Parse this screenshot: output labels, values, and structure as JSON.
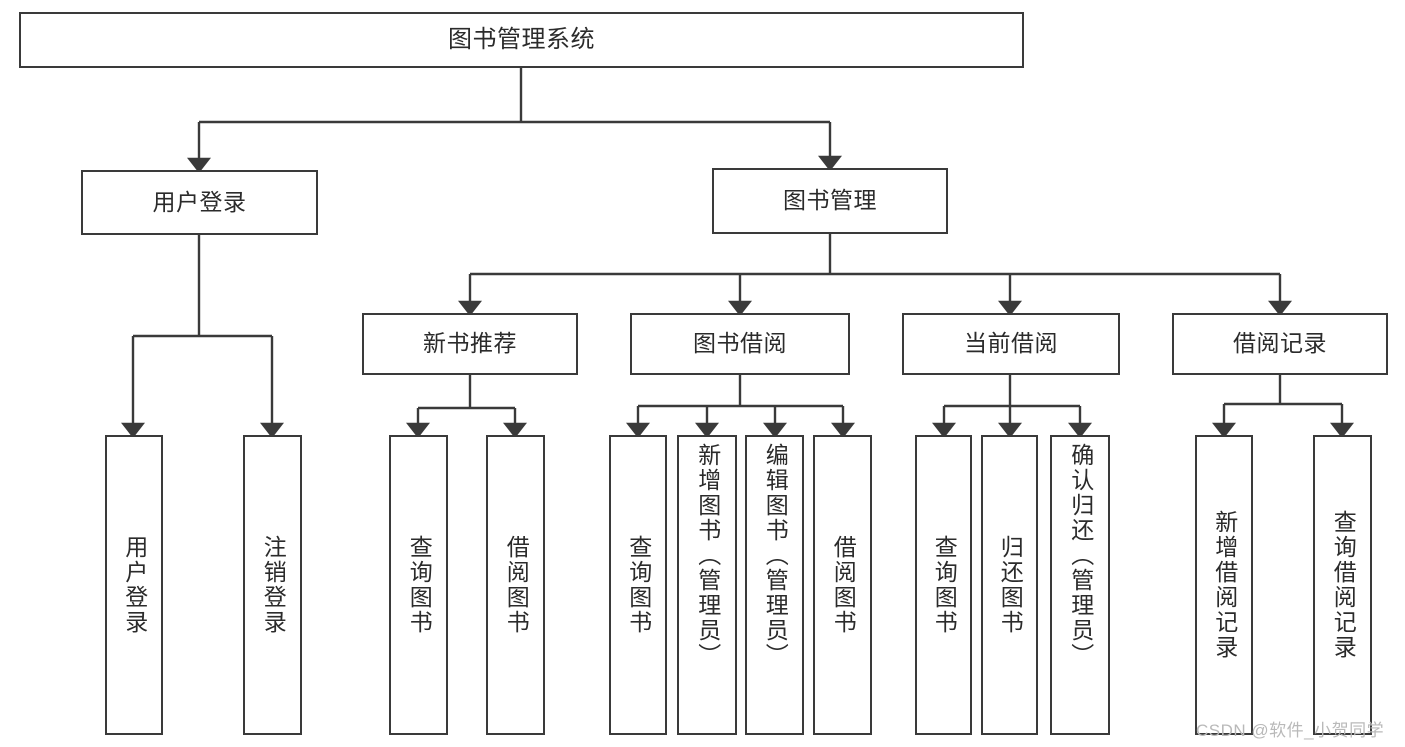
{
  "diagram": {
    "type": "tree-hierarchy",
    "title": "图书管理系统",
    "colors": {
      "box_border": "#3a3a3a",
      "box_fill": "#ffffff",
      "edge": "#3a3a3a",
      "text": "#2b2b2b",
      "watermark": "#b9b9b9",
      "background": "#ffffff"
    },
    "watermark": "CSDN @软件_小贺同学",
    "nodes": {
      "root": {
        "label": "图书管理系统"
      },
      "level2": [
        {
          "label": "用户登录"
        },
        {
          "label": "图书管理"
        }
      ],
      "level3": [
        {
          "label": "新书推荐"
        },
        {
          "label": "图书借阅"
        },
        {
          "label": "当前借阅"
        },
        {
          "label": "借阅记录"
        }
      ],
      "leaves": {
        "user_login": [
          {
            "label": "用户登录"
          },
          {
            "label": "注销登录"
          }
        ],
        "new_book_recommend": [
          {
            "label": "查询图书"
          },
          {
            "label": "借阅图书"
          }
        ],
        "book_borrow": [
          {
            "label": "查询图书"
          },
          {
            "label": "新增图书（管理员）"
          },
          {
            "label": "编辑图书（管理员）"
          },
          {
            "label": "借阅图书"
          }
        ],
        "current_borrow": [
          {
            "label": "查询图书"
          },
          {
            "label": "归还图书"
          },
          {
            "label": "确认归还（管理员）"
          }
        ],
        "borrow_record": [
          {
            "label": "新增借阅记录"
          },
          {
            "label": "查询借阅记录"
          }
        ]
      }
    }
  }
}
